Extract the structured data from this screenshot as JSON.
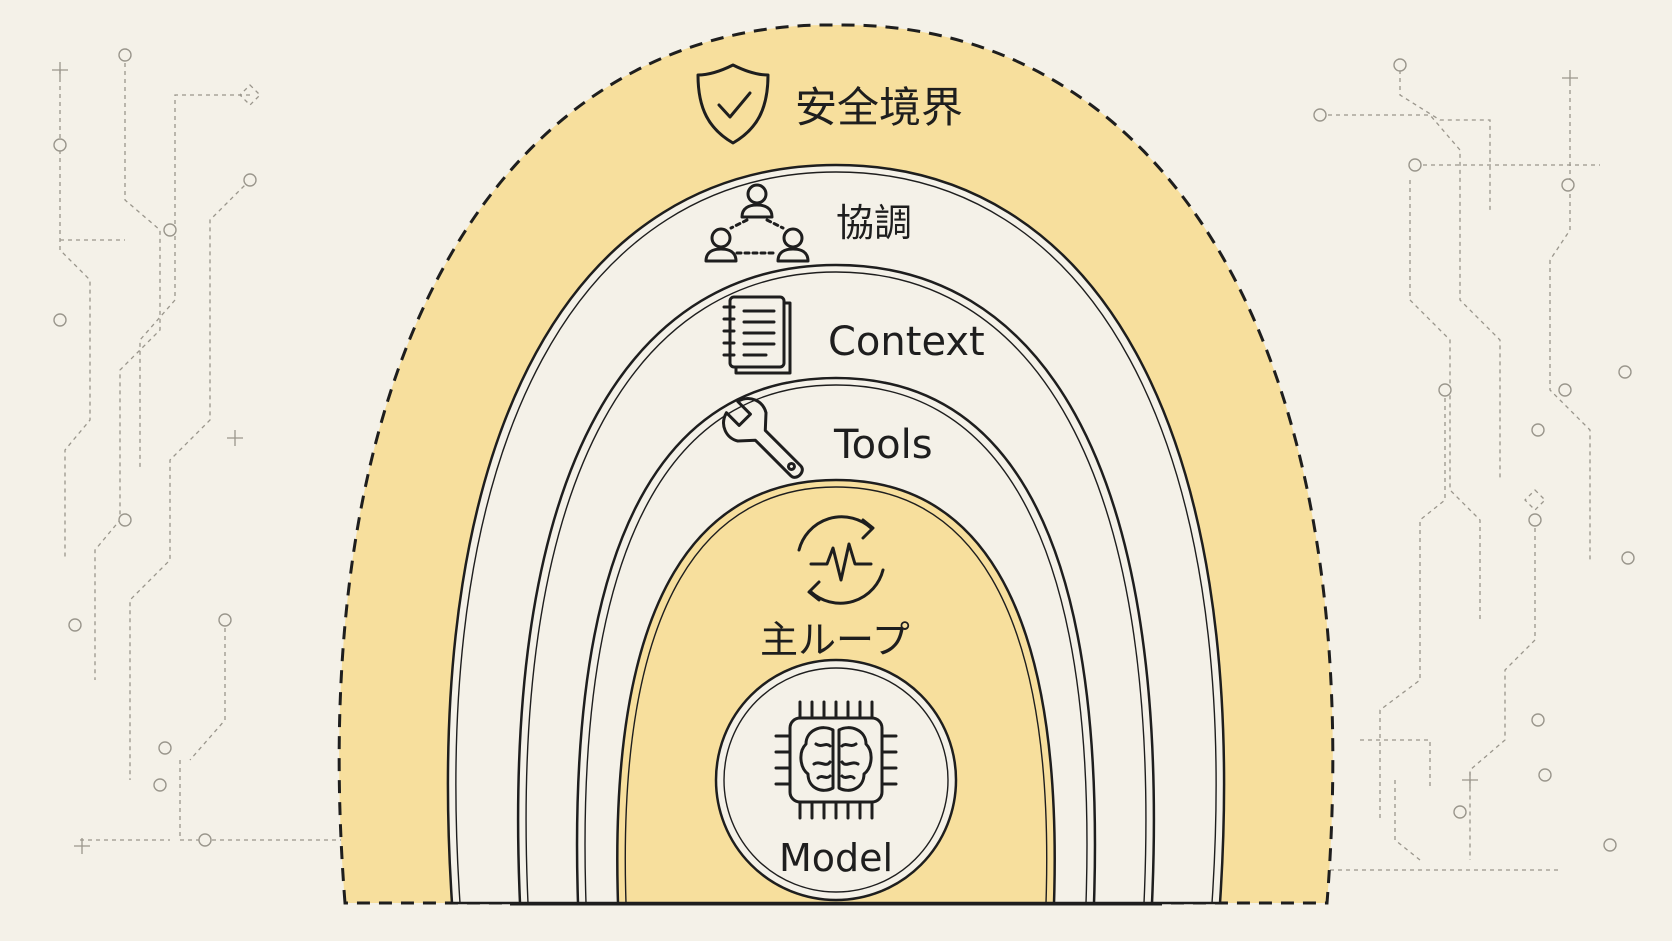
{
  "diagram": {
    "layers": [
      {
        "id": "safety",
        "label": "安全境界",
        "icon": "shield-check-icon",
        "style": "dashed",
        "fill": "#f7df9d"
      },
      {
        "id": "coordination",
        "label": "協調",
        "icon": "people-network-icon",
        "style": "solid",
        "fill": "#f4f1e8"
      },
      {
        "id": "context",
        "label": "Context",
        "icon": "notebook-icon",
        "style": "solid",
        "fill": "#f4f1e8"
      },
      {
        "id": "tools",
        "label": "Tools",
        "icon": "wrench-icon",
        "style": "solid",
        "fill": "#f4f1e8"
      },
      {
        "id": "mainloop",
        "label": "主ループ",
        "icon": "cycle-pulse-icon",
        "style": "solid",
        "fill": "#f7df9d"
      },
      {
        "id": "model",
        "label": "Model",
        "icon": "brain-chip-icon",
        "style": "solid",
        "fill": "#f4f1e8"
      }
    ],
    "colors": {
      "background": "#f4f1e8",
      "accent": "#f7df9d",
      "ink": "#1e1e1e",
      "circuit": "#9a968c"
    }
  }
}
